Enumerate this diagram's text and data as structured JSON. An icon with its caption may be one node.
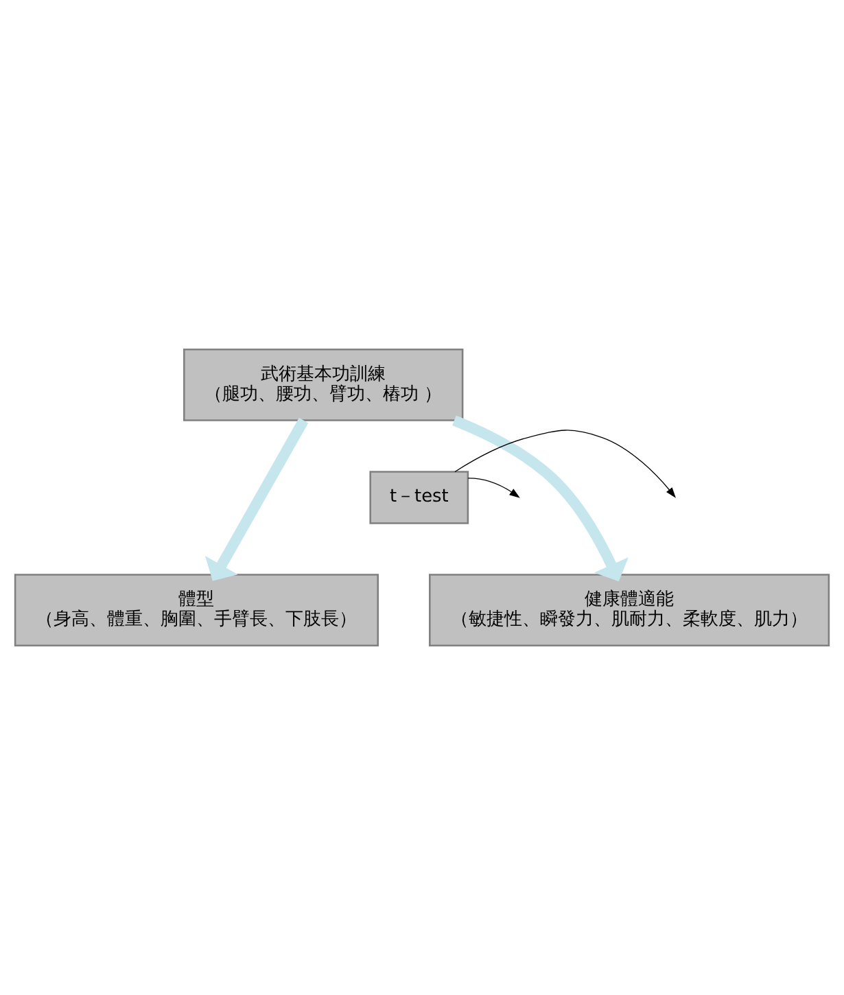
{
  "diagram": {
    "nodes": [
      {
        "text": [
          "武術基本功訓練",
          "（腿功、腰功、臂功、樁功 ）"
        ]
      },
      {
        "text": [
          "t－test"
        ]
      },
      {
        "text": [
          "體型",
          "（身高、體重、胸圍、手臂長、下肢長）"
        ]
      },
      {
        "text": [
          "健康體適能",
          "（敏捷性、瞬發力、肌耐力、柔軟度、肌力）"
        ]
      }
    ],
    "edges": [
      {
        "from": 0,
        "to": 2,
        "arrow": "to",
        "style": "thick",
        "color": "#c6e6ee"
      },
      {
        "from": 0,
        "to": 3,
        "arrow": "to",
        "style": "thick",
        "color": "#c6e6ee"
      },
      {
        "from": 1,
        "to": null,
        "arrow": "to",
        "color": "#000000"
      },
      {
        "from": 1,
        "to": null,
        "arrow": "to",
        "color": "#000000"
      }
    ]
  }
}
